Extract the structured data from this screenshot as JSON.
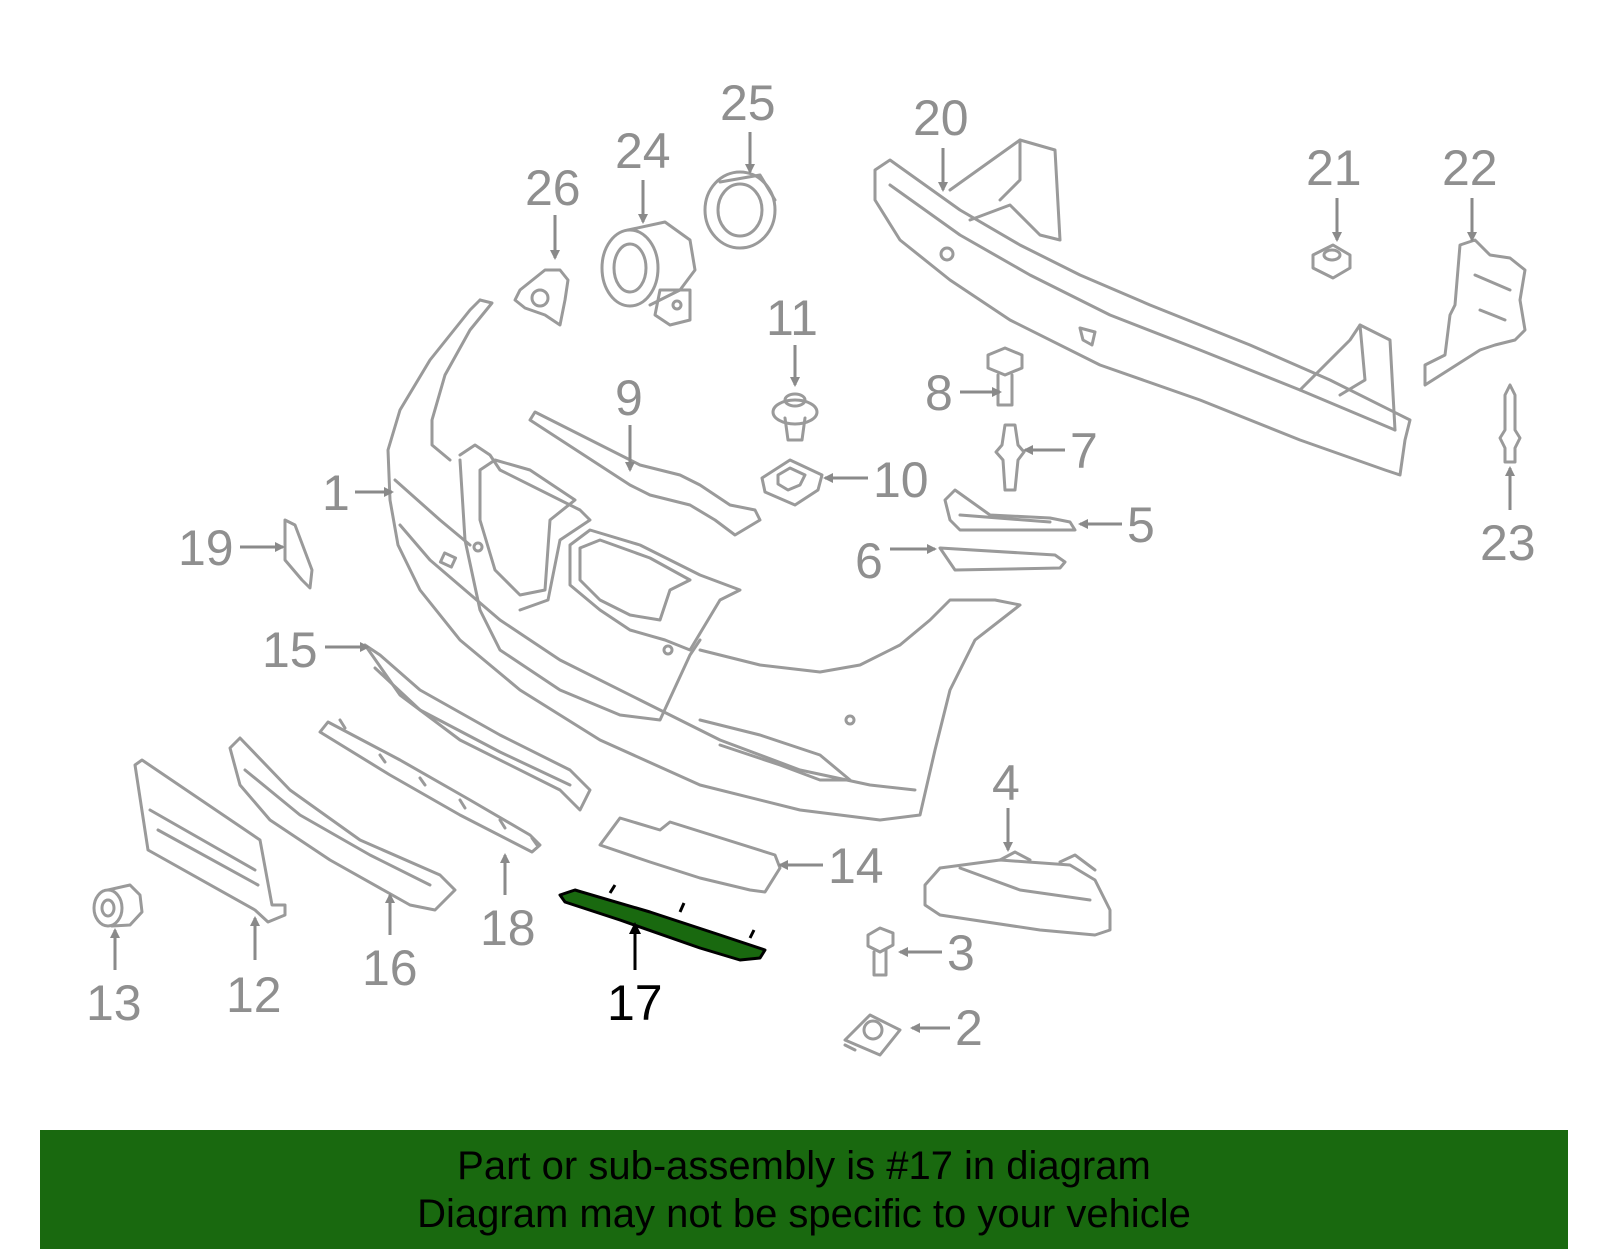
{
  "diagram": {
    "highlight_color": "#19690f",
    "part_stroke_color": "#9a9a9a",
    "callouts": {
      "c1": "1",
      "c2": "2",
      "c3": "3",
      "c4": "4",
      "c5": "5",
      "c6": "6",
      "c7": "7",
      "c8": "8",
      "c9": "9",
      "c10": "10",
      "c11": "11",
      "c12": "12",
      "c13": "13",
      "c14": "14",
      "c15": "15",
      "c16": "16",
      "c17": "17",
      "c18": "18",
      "c19": "19",
      "c20": "20",
      "c21": "21",
      "c22": "22",
      "c23": "23",
      "c24": "24",
      "c25": "25",
      "c26": "26"
    },
    "highlighted_part": "17"
  },
  "banner": {
    "line1": "Part or sub-assembly is #17 in diagram",
    "line2": "Diagram may not be specific to your vehicle",
    "background": "#19690f"
  }
}
